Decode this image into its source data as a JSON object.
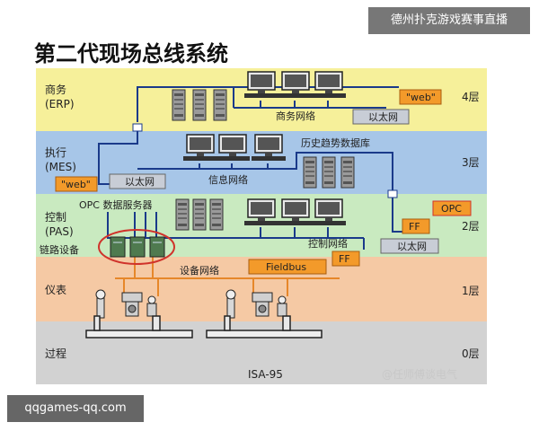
{
  "title": "第二代现场总线系统",
  "levels": [
    {
      "name": "商务",
      "sub": "(ERP)",
      "tier": "4层",
      "color": "#f6f09a"
    },
    {
      "name": "执行",
      "sub": "(MES)",
      "tier": "3层",
      "color": "#a7c6e8"
    },
    {
      "name": "控制",
      "sub": "(PAS)",
      "tier": "2层",
      "color": "#c9eac0"
    },
    {
      "name": "仪表",
      "sub": "",
      "tier": "1层",
      "color": "#f5c9a4"
    },
    {
      "name": "过程",
      "sub": "",
      "tier": "0层",
      "color": "#d2d2d2"
    }
  ],
  "networks": {
    "business": "商务网络",
    "info": "信息网络",
    "history_db": "历史趋势数据库",
    "control": "控制网络",
    "device": "设备网络",
    "link_device": "链路设备",
    "opc_server": "OPC 数据服务器"
  },
  "tags": {
    "web_top": "\"web\"",
    "ethernet_top": "以太网",
    "web_mes": "\"web\"",
    "ethernet_mes": "以太网",
    "ff_control": "FF",
    "opc": "OPC",
    "ethernet_control": "以太网",
    "fieldbus": "Fieldbus",
    "ff_field": "FF"
  },
  "standard": "ISA-95",
  "watermark": "@任师傅谈电气",
  "top_badge": "德州扑克游戏赛事直播",
  "site_badge": "qqgames-qq.com",
  "colors": {
    "bus": "#1a3a8a",
    "tag_orange": "#f39a2a",
    "tag_gray": "#c8cdd6",
    "opc_red": "#d0332b"
  }
}
